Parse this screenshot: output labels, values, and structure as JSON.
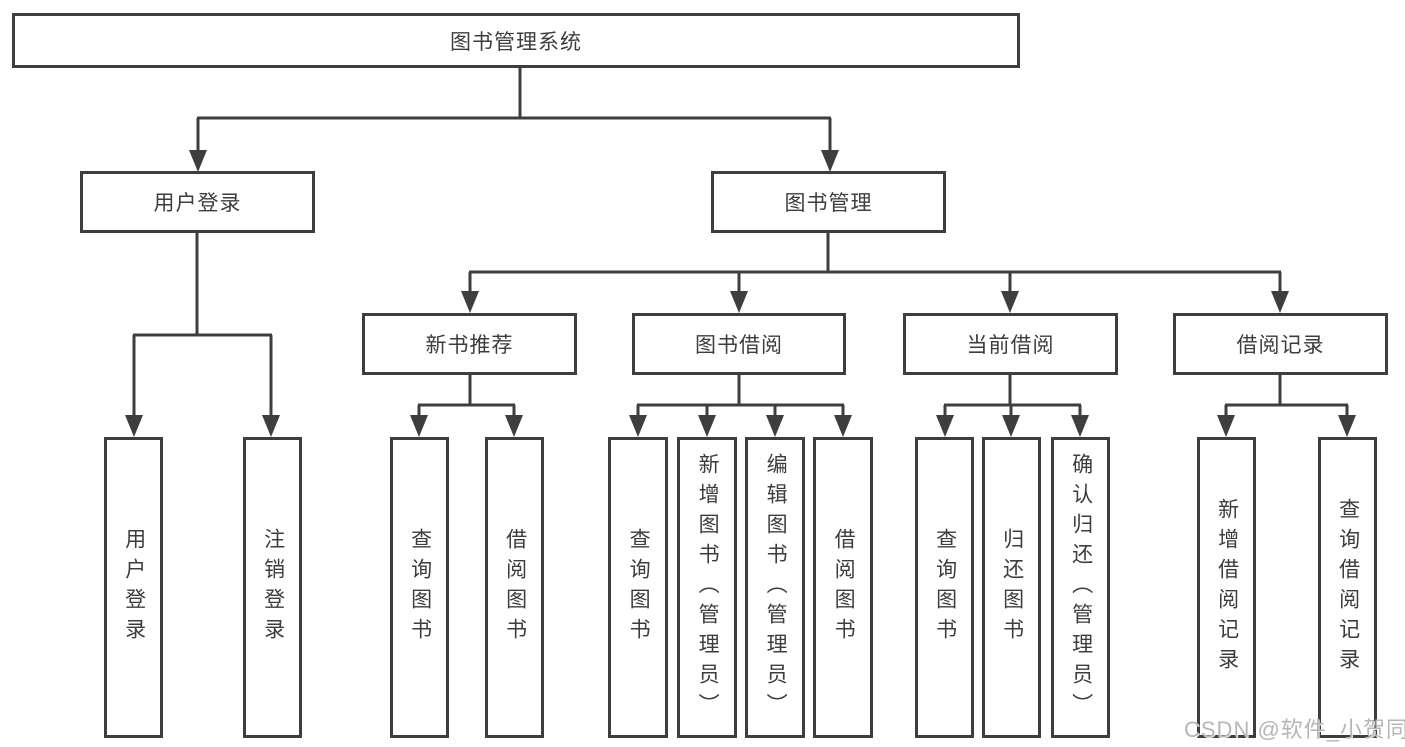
{
  "tree": {
    "root": {
      "label": "图书管理系统",
      "children": [
        {
          "label": "用户登录",
          "children": [
            {
              "label": "用户登录"
            },
            {
              "label": "注销登录"
            }
          ]
        },
        {
          "label": "图书管理",
          "children": [
            {
              "label": "新书推荐",
              "children": [
                {
                  "label": "查询图书"
                },
                {
                  "label": "借阅图书"
                }
              ]
            },
            {
              "label": "图书借阅",
              "children": [
                {
                  "label": "查询图书"
                },
                {
                  "label": "新增图书（管理员）"
                },
                {
                  "label": "编辑图书（管理员）"
                },
                {
                  "label": "借阅图书"
                }
              ]
            },
            {
              "label": "当前借阅",
              "children": [
                {
                  "label": "查询图书"
                },
                {
                  "label": "归还图书"
                },
                {
                  "label": "确认归还（管理员）"
                }
              ]
            },
            {
              "label": "借阅记录",
              "children": [
                {
                  "label": "新增借阅记录"
                },
                {
                  "label": "查询借阅记录"
                }
              ]
            }
          ]
        }
      ]
    }
  },
  "watermark": {
    "text": "CSDN @软件_小贺同学"
  },
  "colors": {
    "line": "#3E3E3E",
    "text": "#3D3D3D",
    "background": "#FFFFFF",
    "watermark": "#B6B6B6"
  }
}
